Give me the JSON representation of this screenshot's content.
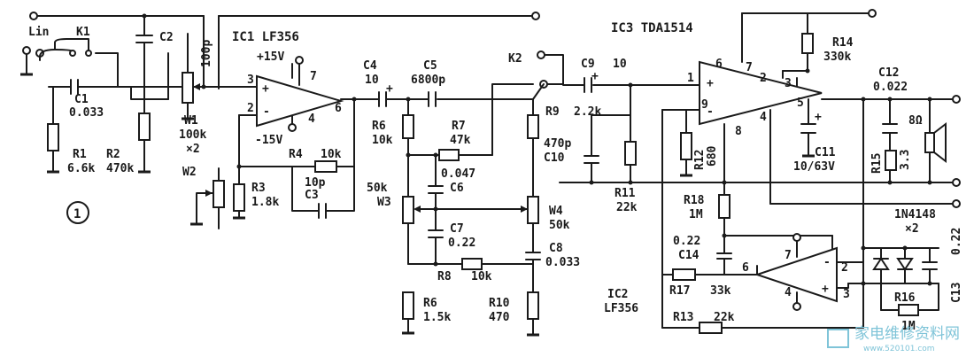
{
  "figure_number": "1",
  "watermark": {
    "cn": "家电维修资料网",
    "url": "www.520101.com"
  },
  "input": {
    "label": "Lin",
    "switch": "K1"
  },
  "components": {
    "C1": {
      "name": "C1",
      "value": "0.033"
    },
    "C2": {
      "name": "C2",
      "value": "100p"
    },
    "R1": {
      "name": "R1",
      "value": "6.6k"
    },
    "R2": {
      "name": "R2",
      "value": "470k"
    },
    "W1": {
      "name": "W1",
      "value": "100k",
      "mult": "×2"
    },
    "W2": {
      "name": "W2"
    },
    "IC1": {
      "name": "IC1 LF356",
      "vplus": "+15V",
      "vminus": "-15V",
      "p7": "7",
      "p3": "3",
      "p2": "2",
      "p4": "4",
      "p6": "6",
      "plus": "+",
      "minus": "-"
    },
    "R3": {
      "name": "R3",
      "value": "1.8k"
    },
    "R4": {
      "name": "R4",
      "value": "10k"
    },
    "C3": {
      "name": "C3",
      "value": "10p"
    },
    "C4": {
      "name": "C4",
      "value": "10"
    },
    "C5": {
      "name": "C5",
      "value": "6800p"
    },
    "R5": {
      "name": "R6",
      "value": "10k"
    },
    "R7": {
      "name": "R7",
      "value": "47k"
    },
    "C6": {
      "name": "C6",
      "value": "0.047"
    },
    "W3": {
      "name": "W3",
      "value": "50k"
    },
    "C7": {
      "name": "C7",
      "value": "0.22"
    },
    "R8": {
      "name": "R8",
      "value": "10k"
    },
    "R6": {
      "name": "R6",
      "value": "1.5k"
    },
    "R9": {
      "name": "R9",
      "value": "2.2k"
    },
    "W4": {
      "name": "W4",
      "value": "50k"
    },
    "C8": {
      "name": "C8",
      "value": "0.033"
    },
    "R10": {
      "name": "R10",
      "value": "470"
    },
    "K2": {
      "name": "K2"
    },
    "C9": {
      "name": "C9",
      "value": "10"
    },
    "C10": {
      "name": "C10",
      "value": "470p"
    },
    "R11": {
      "name": "R11",
      "value": "22k"
    },
    "IC3": {
      "name": "IC3 TDA1514",
      "p6": "6",
      "p7": "7",
      "p1": "1",
      "p2": "2",
      "p3": "3",
      "p5": "5",
      "p8": "8",
      "p9": "9",
      "p4": "4"
    },
    "R14": {
      "name": "R14",
      "value": "330k"
    },
    "R12": {
      "name": "R12",
      "value": "680"
    },
    "C11": {
      "name": "C11",
      "value": "10/63V"
    },
    "C12": {
      "name": "C12",
      "value": "0.022"
    },
    "R15": {
      "name": "R15",
      "value": "3.3"
    },
    "SPK": {
      "value": "8Ω"
    },
    "R18": {
      "name": "R18",
      "value": "1M"
    },
    "C14": {
      "name": "C14",
      "value": "0.22"
    },
    "IC2": {
      "name": "IC2",
      "part": "LF356",
      "p7": "7",
      "p6": "6",
      "p4": "4",
      "p2": "2",
      "p3": "3",
      "plus": "+",
      "minus": "-"
    },
    "R17": {
      "name": "R17",
      "value": "33k"
    },
    "R13": {
      "name": "R13",
      "value": "22k"
    },
    "D": {
      "part": "1N4148",
      "mult": "×2"
    },
    "R16": {
      "name": "R16",
      "value": "1M"
    },
    "C13": {
      "name": "C13",
      "value": "0.22"
    }
  }
}
